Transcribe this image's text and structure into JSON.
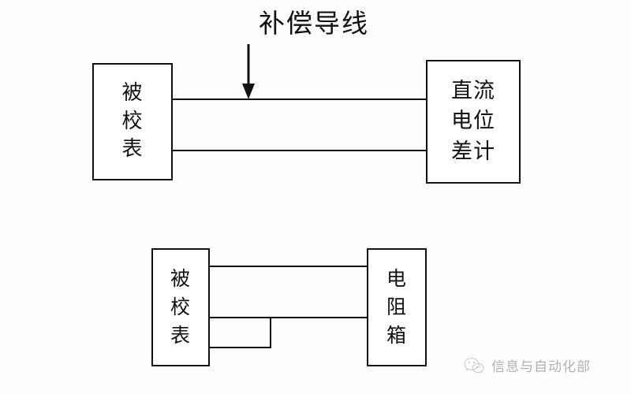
{
  "diagram": {
    "title": "",
    "background_color": "#fdfdfd",
    "line_color": "#111111",
    "blocks": [
      {
        "id": "meter-top",
        "label": "被\n校\n表",
        "meaning": "instrument-under-calibration"
      },
      {
        "id": "potentiometer",
        "label": "直流\n电位\n差计",
        "meaning": "dc-potentiometer"
      },
      {
        "id": "meter-bottom",
        "label": "被\n校\n表",
        "meaning": "instrument-under-calibration"
      },
      {
        "id": "resistance-box",
        "label": "电\n阻\n箱",
        "meaning": "resistance-box"
      }
    ],
    "annotations": [
      {
        "id": "compensating-wire",
        "label": "补偿导线",
        "arrow": "down-arrow-icon"
      }
    ]
  },
  "watermark": {
    "text": "信息与自动化部",
    "icon": "wechat-logo-icon",
    "color": "#4a4a4a"
  }
}
